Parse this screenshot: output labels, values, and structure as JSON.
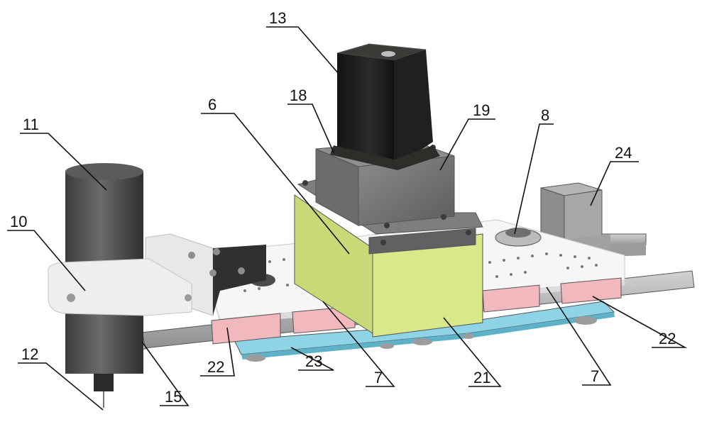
{
  "figure": {
    "callouts": [
      {
        "id": "c13",
        "text": "13"
      },
      {
        "id": "c18",
        "text": "18"
      },
      {
        "id": "c6",
        "text": "6"
      },
      {
        "id": "c19",
        "text": "19"
      },
      {
        "id": "c8",
        "text": "8"
      },
      {
        "id": "c11",
        "text": "11"
      },
      {
        "id": "c24",
        "text": "24"
      },
      {
        "id": "c10",
        "text": "10"
      },
      {
        "id": "c12",
        "text": "12"
      },
      {
        "id": "c15",
        "text": "15"
      },
      {
        "id": "c22a",
        "text": "22"
      },
      {
        "id": "c23",
        "text": "23"
      },
      {
        "id": "c7a",
        "text": "7"
      },
      {
        "id": "c21",
        "text": "21"
      },
      {
        "id": "c7b",
        "text": "7"
      },
      {
        "id": "c22b",
        "text": "22"
      }
    ]
  },
  "colors": {
    "motor": "#1f1f1d",
    "bracket_gray": "#6d6f70",
    "green_plate": "#d9e88a",
    "blue_plate": "#8fd3e6",
    "pink_slider": "#f1b8bd",
    "white_plate": "#f6f6f6",
    "spindle": "#4a4b4c",
    "rail": "#a9abad"
  }
}
